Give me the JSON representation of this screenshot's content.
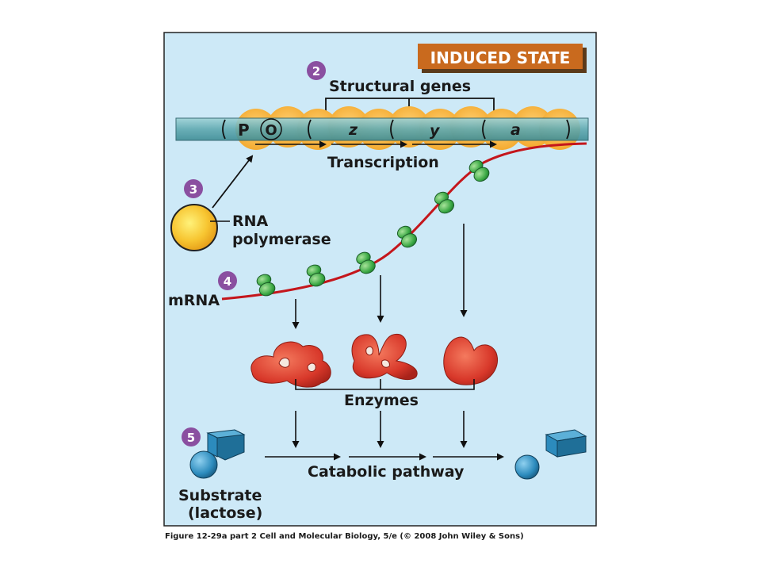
{
  "header": {
    "title": "INDUCED STATE"
  },
  "steps": [
    "2",
    "3",
    "4",
    "5"
  ],
  "labels": {
    "structural_genes": "Structural genes",
    "transcription": "Transcription",
    "rna_line1": "RNA",
    "rna_line2": "polymerase",
    "mrna": "mRNA",
    "enzymes": "Enzymes",
    "catabolic": "Catabolic pathway",
    "substrate_line1": "Substrate",
    "substrate_line2": "(lactose)"
  },
  "genes": {
    "p": "P",
    "o": "O",
    "z": "z",
    "y": "y",
    "a": "a"
  },
  "caption": "Figure 12-29a part 2  Cell and Molecular Biology, 5/e (© 2008 John Wiley & Sons)",
  "colors": {
    "panel_bg": "#cde9f7",
    "title_box": "#c96a1e",
    "step_badge": "#8a4fa0",
    "dna": "#6db3b9",
    "polymerase": "#f4b730",
    "mrna": "#c4161c",
    "ribosome": "#3fae49",
    "enzyme": "#d63a2a",
    "substrate_blue": "#2f8fc0"
  }
}
